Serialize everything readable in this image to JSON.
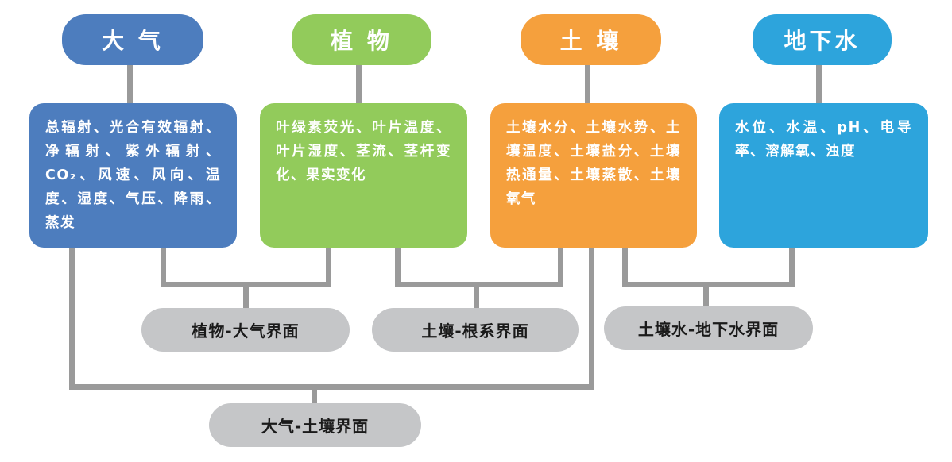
{
  "diagram_title": "",
  "colors": {
    "atmosphere": "#4d7dbe",
    "plant": "#92cb5b",
    "soil": "#f5a03d",
    "groundwater": "#2da4dc",
    "interface_pill": "#c5c6c8",
    "connector_line": "#9a9a9a",
    "box_text": "#ffffff",
    "pill_text": "#1a1a1a"
  },
  "columns": [
    {
      "id": "atmosphere",
      "title": "大 气",
      "items_text": "总辐射、光合有效辐射、净辐射、紫外辐射、CO₂、风速、风向、温度、湿度、气压、降雨、蒸发"
    },
    {
      "id": "plant",
      "title": "植 物",
      "items_text": "叶绿素荧光、叶片温度、叶片湿度、茎流、茎杆变化、果实变化"
    },
    {
      "id": "soil",
      "title": "土 壤",
      "items_text": "土壤水分、土壤水势、土壤温度、土壤盐分、土壤热通量、土壤蒸散、土壤氧气"
    },
    {
      "id": "groundwater",
      "title": "地下水",
      "items_text": "水位、水温、pH、电导率、溶解氧、浊度"
    }
  ],
  "interfaces": [
    {
      "id": "plant-atmosphere",
      "label": "植物-大气界面"
    },
    {
      "id": "soil-root",
      "label": "土壤-根系界面"
    },
    {
      "id": "soilwater-groundwater",
      "label": "土壤水-地下水界面"
    },
    {
      "id": "atmosphere-soil",
      "label": "大气-土壤界面"
    }
  ]
}
